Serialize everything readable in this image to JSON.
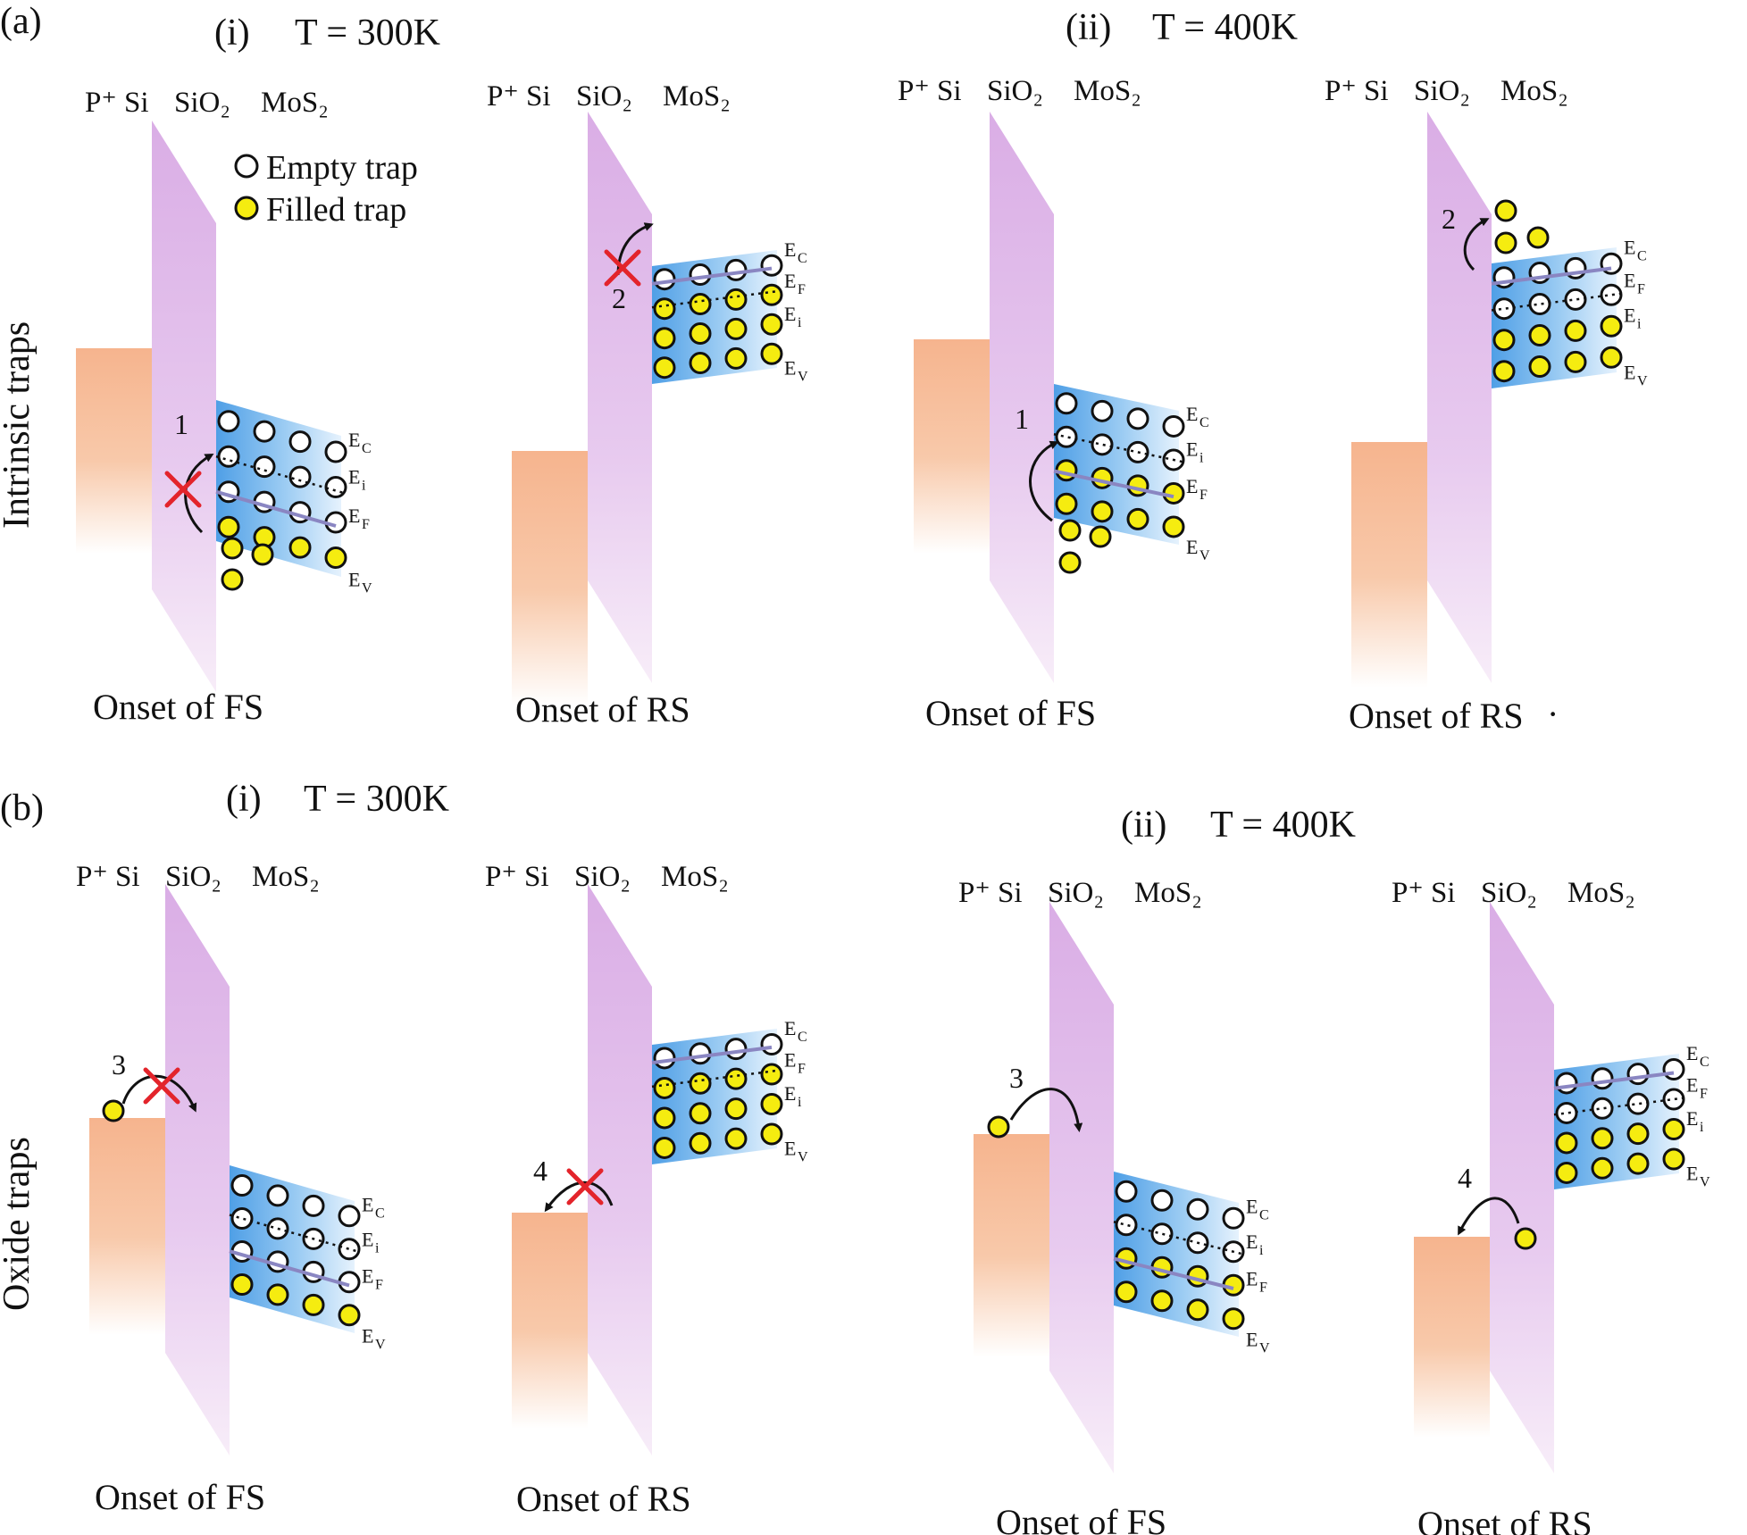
{
  "panels": {
    "a": {
      "tag": "(a)",
      "row_label": "Intrinsic traps",
      "groups": [
        {
          "index": "(i)",
          "temp": "T = 300K"
        },
        {
          "index": "(ii)",
          "temp": "T = 400K"
        }
      ]
    },
    "b": {
      "tag": "(b)",
      "row_label": "Oxide traps",
      "groups": [
        {
          "index": "(i)",
          "temp": "T = 300K"
        },
        {
          "index": "(ii)",
          "temp": "T = 400K"
        }
      ]
    }
  },
  "legend": {
    "empty": "Empty trap",
    "filled": "Filled trap"
  },
  "layers": {
    "p_si": "P⁺ Si",
    "sio2": "SiO₂",
    "mos2": "MoS₂"
  },
  "bands": {
    "ec": "E",
    "ec_sub": "C",
    "ef": "E",
    "ef_sub": "F",
    "ei": "E",
    "ei_sub": "i",
    "ev": "E",
    "ev_sub": "V"
  },
  "captions": {
    "fs": "Onset of FS",
    "rs": "Onset of RS"
  },
  "process_labels": {
    "p1": "1",
    "p2": "2",
    "p3": "3",
    "p4": "4"
  },
  "stray_dot": "·",
  "colors": {
    "silicon": "#f6b48e",
    "oxide": "#d8a9e4",
    "mos2": "#4f9fe6",
    "filled_trap": "#f5ec10",
    "blocked": "#e3242b",
    "fermi_line": "#8a86c2"
  }
}
